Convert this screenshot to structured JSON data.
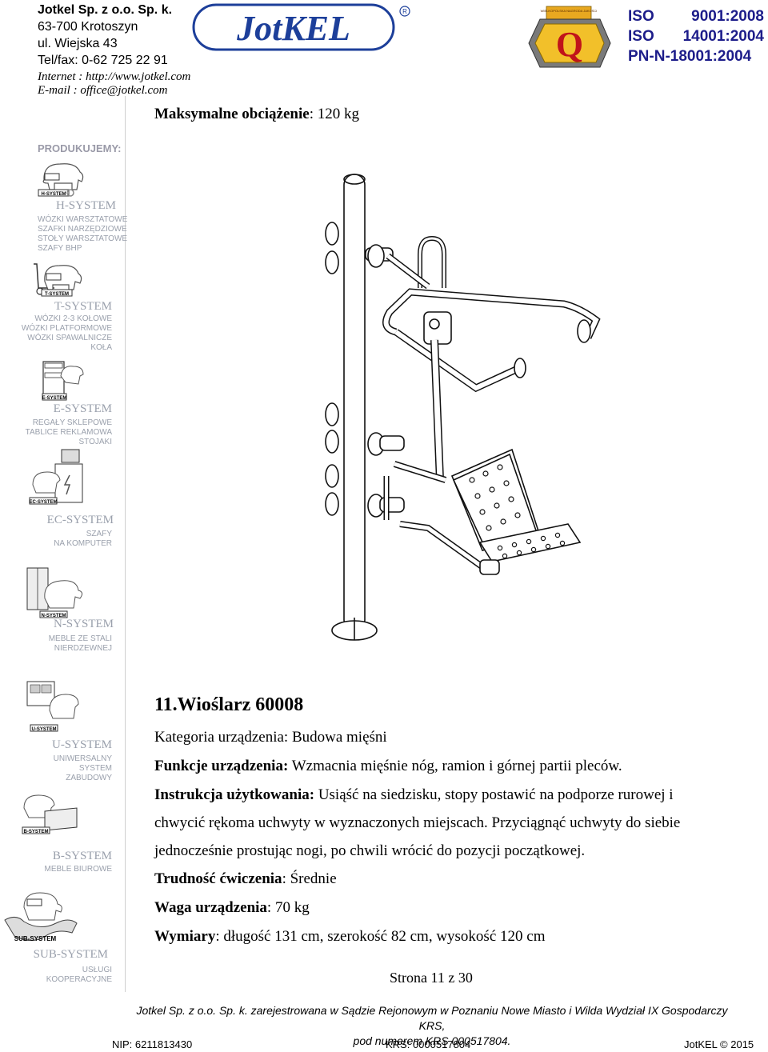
{
  "header": {
    "company_name": "Jotkel Sp. z o.o. Sp. k.",
    "city": "63-700 Krotoszyn",
    "street": "ul. Wiejska 43",
    "phone": "Tel/fax: 0-62 725 22 91",
    "internet": "Internet : http://www.jotkel.com",
    "email": "E-mail : office@jotkel.com",
    "logo_text": "JotKEL",
    "badge_text": "WIELKOPOLSKA NAGRODA JAKOŚCI",
    "iso": [
      {
        "label": "ISO",
        "number": "9001:2008"
      },
      {
        "label": "ISO",
        "number": "14001:2004"
      }
    ],
    "pn": "PN-N-18001:2004"
  },
  "max_load": {
    "label": "Maksymalne obciążenie",
    "value": ": 120 kg"
  },
  "sidebar": {
    "heading": "PRODUKUJEMY:",
    "systems": [
      {
        "title": "H-SYSTEM",
        "lines": [
          "WÓZKI WARSZTATOWE",
          "SZAFKI NARZĘDZIOWE",
          "STOŁY WARSZTATOWE",
          "SZAFY BHP"
        ]
      },
      {
        "title": "T-SYSTEM",
        "lines": [
          "WÓZKI 2-3 KOŁOWE",
          "WÓZKI PLATFORMOWE",
          "WÓZKI SPAWALNICZE",
          "KOŁA"
        ]
      },
      {
        "title": "E-SYSTEM",
        "lines": [
          "REGAŁY SKLEPOWE",
          "TABLICE REKLAMOWA",
          "STOJAKI"
        ]
      },
      {
        "title": "EC-SYSTEM",
        "lines": [
          "SZAFY",
          "NA KOMPUTER"
        ]
      },
      {
        "title": "N-SYSTEM",
        "lines": [
          "MEBLE ZE STALI",
          "NIERDZEWNEJ"
        ]
      },
      {
        "title": "U-SYSTEM",
        "lines": [
          "UNIWERSALNY",
          "SYSTEM",
          "ZABUDOWY"
        ]
      },
      {
        "title": "B-SYSTEM",
        "lines": [
          "MEBLE BIUROWE"
        ]
      },
      {
        "title": "SUB-SYSTEM",
        "lines": [
          "USŁUGI",
          "KOOPERACYJNE"
        ]
      }
    ]
  },
  "content": {
    "title": "11.Wioślarz 60008",
    "kategoria": "Kategoria urządzenia: Budowa mięśni",
    "funkcje_label": "Funkcje urządzenia:",
    "funkcje_value": " Wzmacnia mięśnie nóg, ramion i górnej partii pleców.",
    "instrukcja_label": "Instrukcja użytkowania:",
    "instrukcja_line1": " Usiąść na siedzisku, stopy postawić na podporze rurowej i",
    "instrukcja_line2": "chwycić rękoma uchwyty w wyznaczonych miejscach. Przyciągnąć uchwyty do siebie",
    "instrukcja_line3": "jednocześnie prostując nogi, po chwili wrócić do pozycji początkowej.",
    "trudnosc_label": "Trudność ćwiczenia",
    "trudnosc_value": ": Średnie",
    "waga_label": "Waga urządzenia",
    "waga_value": ": 70 kg",
    "wymiary_label": "Wymiary",
    "wymiary_value": ": długość 131 cm, szerokość 82 cm, wysokość 120 cm",
    "page": "Strona 11 z 30"
  },
  "footer": {
    "line1": "Jotkel Sp. z o.o. Sp. k. zarejestrowana w Sądzie Rejonowym w Poznaniu Nowe Miasto i Wilda Wydział IX Gospodarczy KRS,",
    "line2": "pod numerem KRS 000517804.",
    "nip": "NIP:  6211813430",
    "krs": "KRS:  0000517804",
    "copyright": "JotKEL © 2015"
  }
}
